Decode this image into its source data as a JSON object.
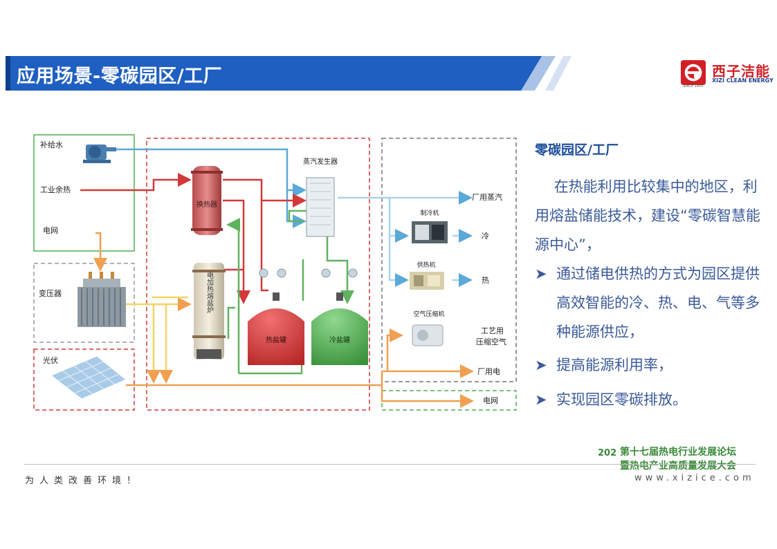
{
  "header": {
    "title": "应用场景-零碳园区/工厂"
  },
  "logo": {
    "name": "西子洁能",
    "sub": "XIZI CLEAN ENERGY",
    "since": "SINCE 1955"
  },
  "diagram": {
    "sources": {
      "water": "补给水",
      "waste_heat": "工业余热",
      "grid": "电网",
      "transformer": "变压器",
      "pv": "光伏"
    },
    "equipment": {
      "heat_exchanger": "换热器",
      "steam_gen": "蒸汽发生器",
      "heater": "电加热熔盐炉",
      "hot_tank": "热盐罐",
      "cold_tank": "冷盐罐"
    },
    "devices": {
      "chiller": "制冷机",
      "heat_unit": "供热机",
      "compressor": "空气压缩机"
    },
    "outputs": {
      "steam": "厂用蒸汽",
      "cold": "冷",
      "heat": "热",
      "air1": "工艺用",
      "air2": "压缩空气",
      "power": "厂用电",
      "grid_out": "电网"
    }
  },
  "content": {
    "title": "零碳园区/工厂",
    "intro": "在热能利用比较集中的地区，利用熔盐储能技术，建设“零碳智慧能源中心”，",
    "bullets": [
      "通过储电供热的方式为园区提供高效智能的冷、热、电、气等多种能源供应，",
      "提高能源利用率，",
      "实现园区零碳排放。"
    ]
  },
  "footer": {
    "slogan": "为人类改善环境！",
    "website": "www.xizice.com",
    "forum_line1": "第十七届热电行业发展论坛",
    "forum_line2": "暨热电产业高质量发展大会",
    "forum_year": "2024"
  },
  "colors": {
    "header": "#1f5fc1",
    "brand_red": "#d21f26",
    "text_blue": "#3a5a9a",
    "title_blue": "#1f4e9c",
    "forum_green": "#3a8a3a"
  }
}
